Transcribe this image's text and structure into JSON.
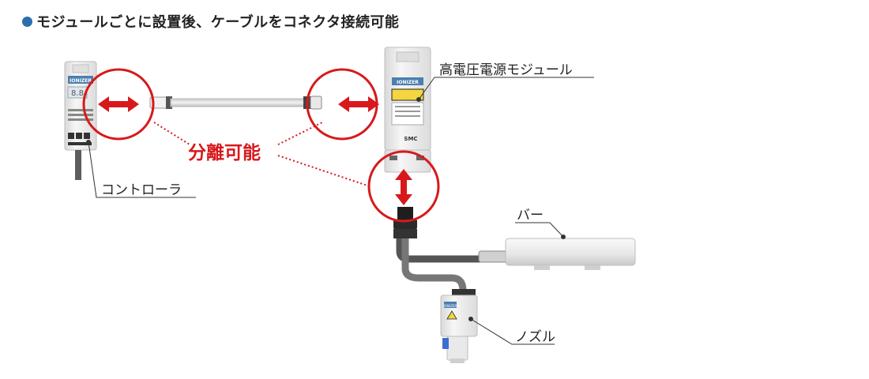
{
  "heading": {
    "text": "モジュールごとに設置後、ケーブルをコネクタ接続可能",
    "bullet_color": "#2b6fae"
  },
  "callouts": {
    "controller": "コントローラ",
    "hv_module": "高電圧電源モジュール",
    "bar": "バー",
    "nozzle": "ノズル"
  },
  "separable_label": "分離可能",
  "device_labels": {
    "controller_badge": "IONIZER",
    "module_badge": "IONIZER",
    "nozzle_badge": "IONIZER",
    "brand": "SMC"
  },
  "colors": {
    "accent_red": "#d7191c",
    "device_body": "#ececec",
    "cable_gray": "#555555",
    "connector_black": "#1e1e1e"
  },
  "icons": {
    "horizontal_arrow": "double-arrow-horizontal-icon",
    "vertical_arrow": "double-arrow-vertical-icon"
  }
}
